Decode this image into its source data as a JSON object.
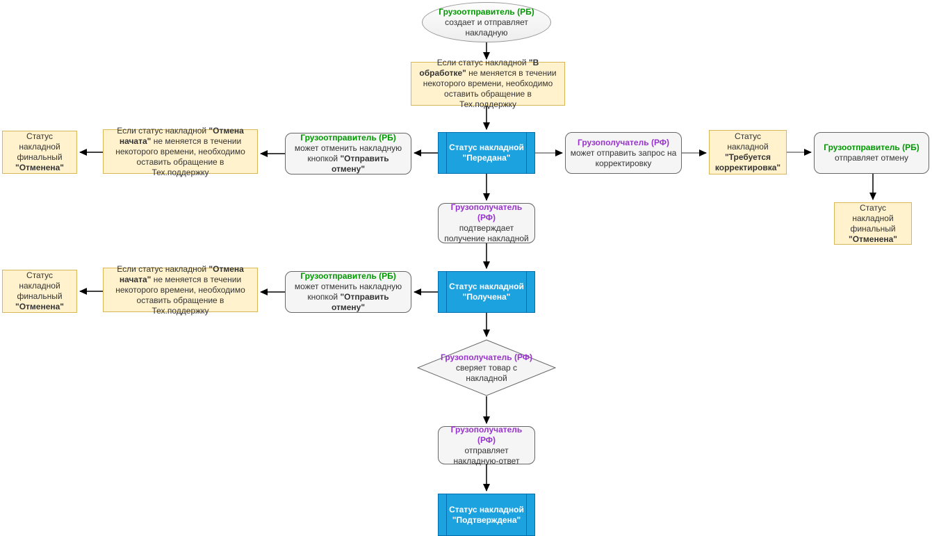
{
  "diagram": {
    "title": "Invoice (nakladnaya) status workflow",
    "colors": {
      "shipper_green": "#009900",
      "consignee_purple": "#9933CC",
      "status_blue_fill": "#1DA2E0",
      "status_blue_border": "#006EAF",
      "note_yellow_fill": "#FFF2CC",
      "note_yellow_border": "#D6B656",
      "shape_gray_fill": "#F5F5F5",
      "connector_gray": "#999999"
    },
    "start": {
      "actor": "Грузоотправитель (РБ)",
      "body": "создает и  отправляет накладную"
    },
    "note_processing": {
      "prefix": "Если статус накладной ",
      "bold": "\"В обработке\"",
      "suffix": " не меняется в течении некоторого времени, необходимо оставить обращение в Тех.поддержку"
    },
    "status_transferred": "Статус накладной \"Передана\"",
    "cancel_box": {
      "actor": "Грузоотправитель (РБ)",
      "prefix": "может отменить накладную кнопкой ",
      "bold": "\"Отправить отмену\""
    },
    "note_cancel": {
      "prefix": "Если статус накладной ",
      "bold": "\"Отмена начата\"",
      "suffix": " не меняется в течении некоторого времени, необходимо оставить обращение в Тех.поддержку"
    },
    "status_cancelled": {
      "prefix": "Статус накладной финальный ",
      "bold": "\"Отменена\""
    },
    "request_box": {
      "actor": "Грузополучатель (РФ)",
      "body": "может отправить запрос на корректировку"
    },
    "status_correction": {
      "prefix": "Статус накладной ",
      "bold": "\"Требуется корректировка\""
    },
    "send_cancel_box": {
      "actor": "Грузоотправитель (РБ)",
      "body": "отправляет отмену"
    },
    "confirm_box": {
      "actor": "Грузополучатель (РФ)",
      "body": "подтверждает получение накладной"
    },
    "status_received": "Статус накладной \"Получена\"",
    "check_diamond": {
      "actor": "Грузополучатель (РФ)",
      "body": "сверяет товар с накладной"
    },
    "response_box": {
      "actor": "Грузополучатель (РФ)",
      "body": "отправляет накладную-ответ"
    },
    "status_confirmed": "Статус накладной \"Подтверждена\""
  }
}
